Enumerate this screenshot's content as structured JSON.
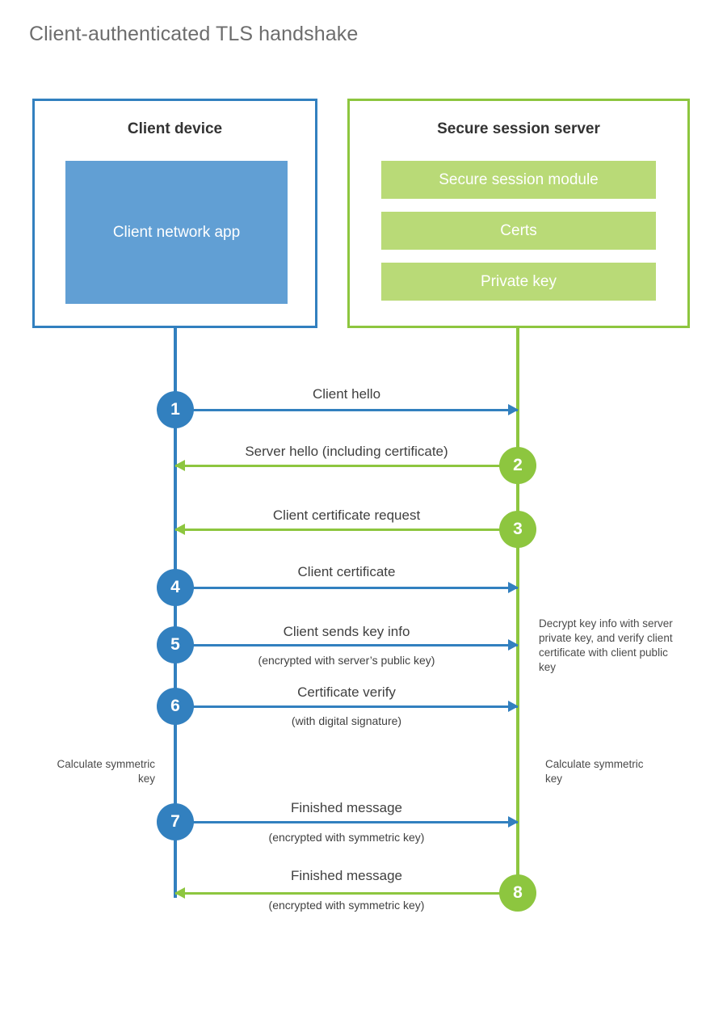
{
  "title": "Client-authenticated TLS handshake",
  "colors": {
    "client_blue": "#3280bf",
    "client_app_fill": "#619fd4",
    "server_green": "#8dc63f",
    "server_block_fill": "#b9da77",
    "title_gray": "#6d6d6d",
    "text_gray": "#404040"
  },
  "actors": {
    "client": {
      "title": "Client device",
      "app_label": "Client network app"
    },
    "server": {
      "title": "Secure session server",
      "blocks": [
        {
          "label": "Secure session module"
        },
        {
          "label": "Certs"
        },
        {
          "label": "Private key"
        }
      ]
    }
  },
  "steps": [
    {
      "number": "1",
      "direction": "client-to-server",
      "color": "blue",
      "label": "Client hello",
      "sublabel": ""
    },
    {
      "number": "2",
      "direction": "server-to-client",
      "color": "green",
      "label": "Server hello (including certificate)",
      "sublabel": ""
    },
    {
      "number": "3",
      "direction": "server-to-client",
      "color": "green",
      "label": "Client certificate request",
      "sublabel": ""
    },
    {
      "number": "4",
      "direction": "client-to-server",
      "color": "blue",
      "label": "Client certificate",
      "sublabel": ""
    },
    {
      "number": "5",
      "direction": "client-to-server",
      "color": "blue",
      "label": "Client sends key info",
      "sublabel": "(encrypted with server’s public key)"
    },
    {
      "number": "6",
      "direction": "client-to-server",
      "color": "blue",
      "label": "Certificate verify",
      "sublabel": "(with digital signature)"
    },
    {
      "number": "7",
      "direction": "client-to-server",
      "color": "blue",
      "label": "Finished message",
      "sublabel": "(encrypted with symmetric key)"
    },
    {
      "number": "8",
      "direction": "server-to-client",
      "color": "green",
      "label": "Finished message",
      "sublabel": "(encrypted with symmetric key)"
    }
  ],
  "notes": {
    "server_decrypt": "Decrypt key info with server private key, and verify client certificate with client public key",
    "client_calculate": "Calculate symmetric key",
    "server_calculate": "Calculate symmetric key"
  }
}
